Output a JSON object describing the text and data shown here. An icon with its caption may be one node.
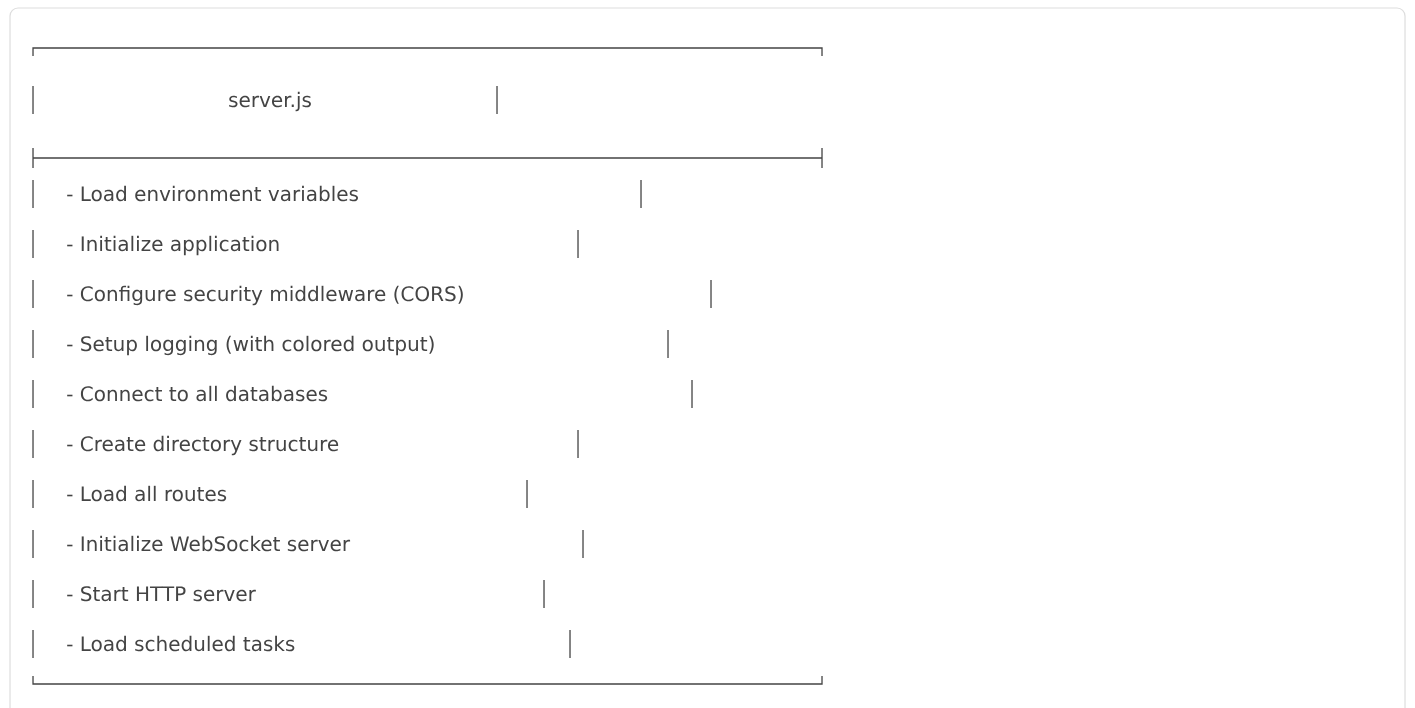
{
  "diagram": {
    "nodes": [
      {
        "text": [
          "server.js",
          "- Load environment variables",
          "- Initialize application",
          "- Configure security middleware (CORS)",
          "- Setup logging (with colored output)",
          "- Connect to all databases",
          "- Create directory structure",
          "- Load all routes",
          "- Initialize WebSocket server",
          "- Start HTTP server",
          "- Load scheduled tasks"
        ]
      }
    ]
  }
}
